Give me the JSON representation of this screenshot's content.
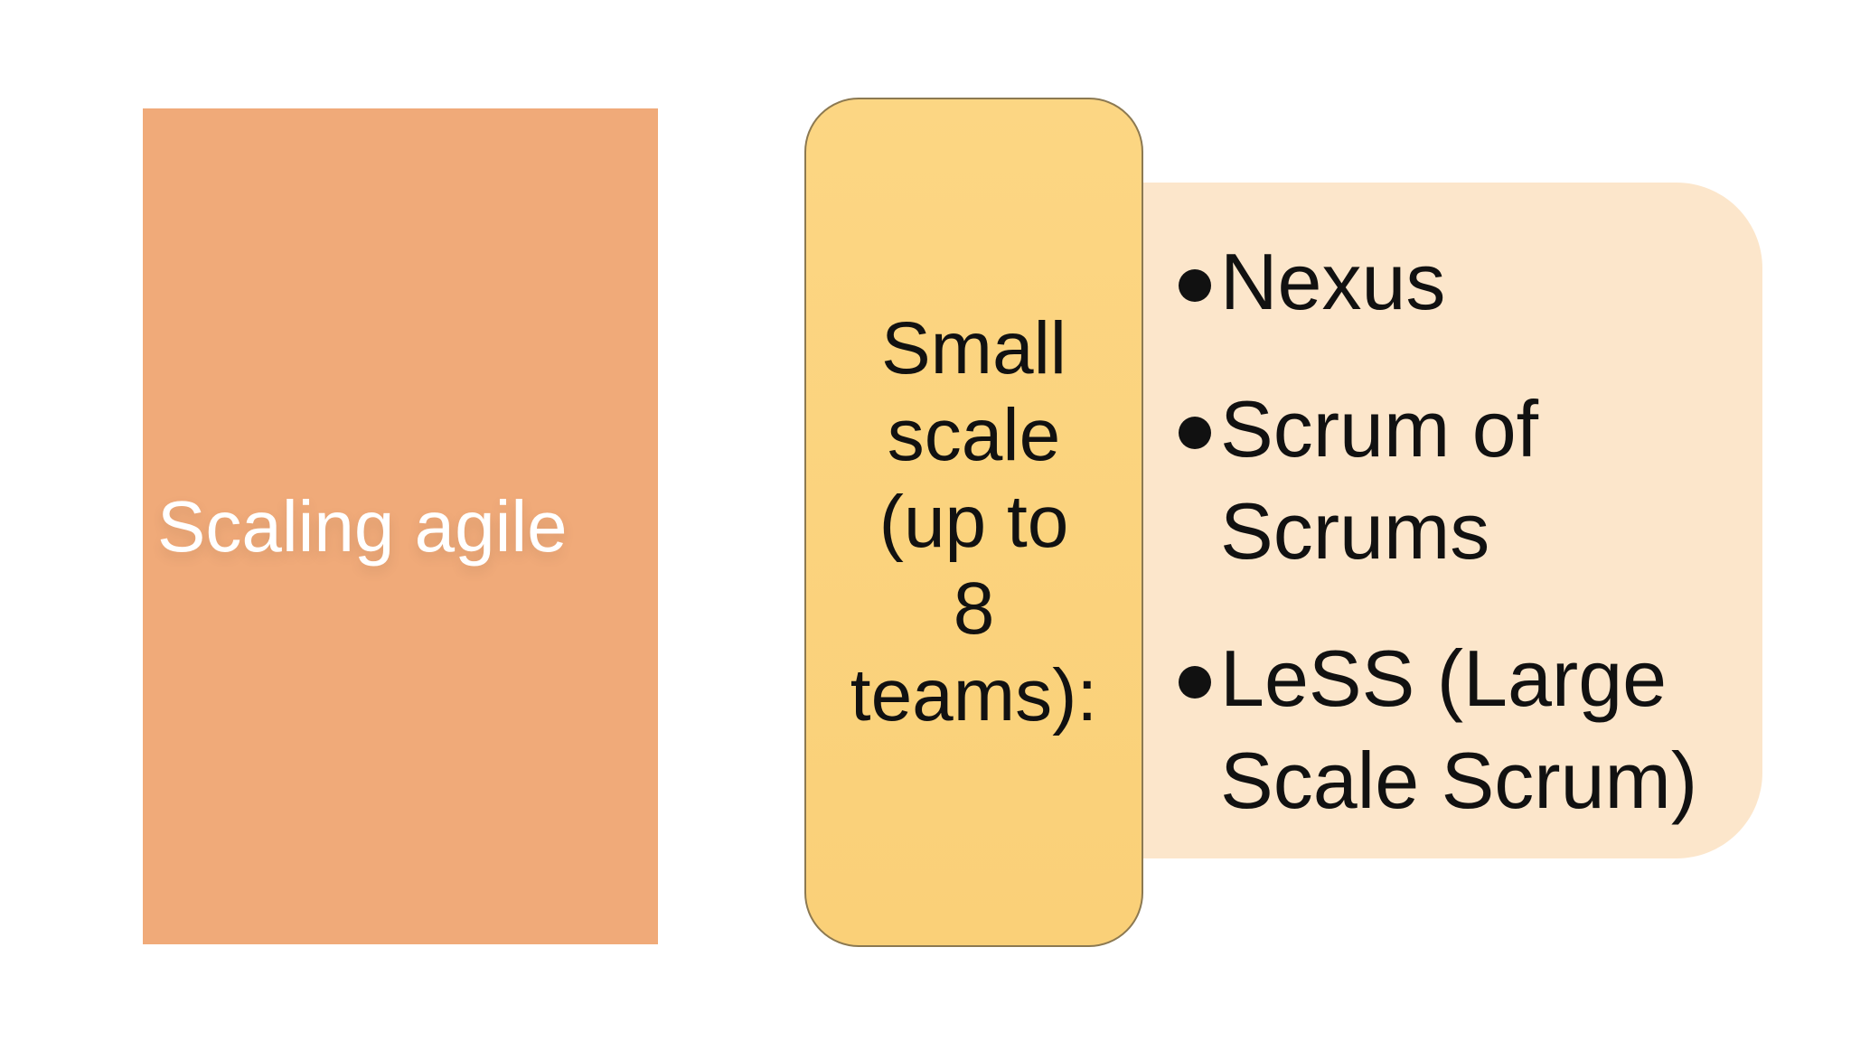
{
  "slide": {
    "background_color": "#ffffff",
    "title_shape": {
      "text": "Scaling agile",
      "fill_color": "#f0aa79",
      "text_color": "#ffffff"
    },
    "scale_shape": {
      "text": "Small scale (up to 8 teams):",
      "display_lines": "Small\nscale\n(up to\n8\nteams):",
      "fill_color": "#fbd27b",
      "border_color": "#8c7951",
      "text_color": "#111111"
    },
    "frameworks_shape": {
      "fill_color": "#fce6cb",
      "text_color": "#111111",
      "bullet_icon": "filled-circle",
      "items": [
        {
          "text": "Nexus",
          "display_lines": "Nexus"
        },
        {
          "text": "Scrum of Scrums",
          "display_lines": "Scrum of\nScrums"
        },
        {
          "text": "LeSS (Large Scale Scrum)",
          "display_lines": "LeSS (Large\nScale Scrum)"
        }
      ]
    }
  }
}
